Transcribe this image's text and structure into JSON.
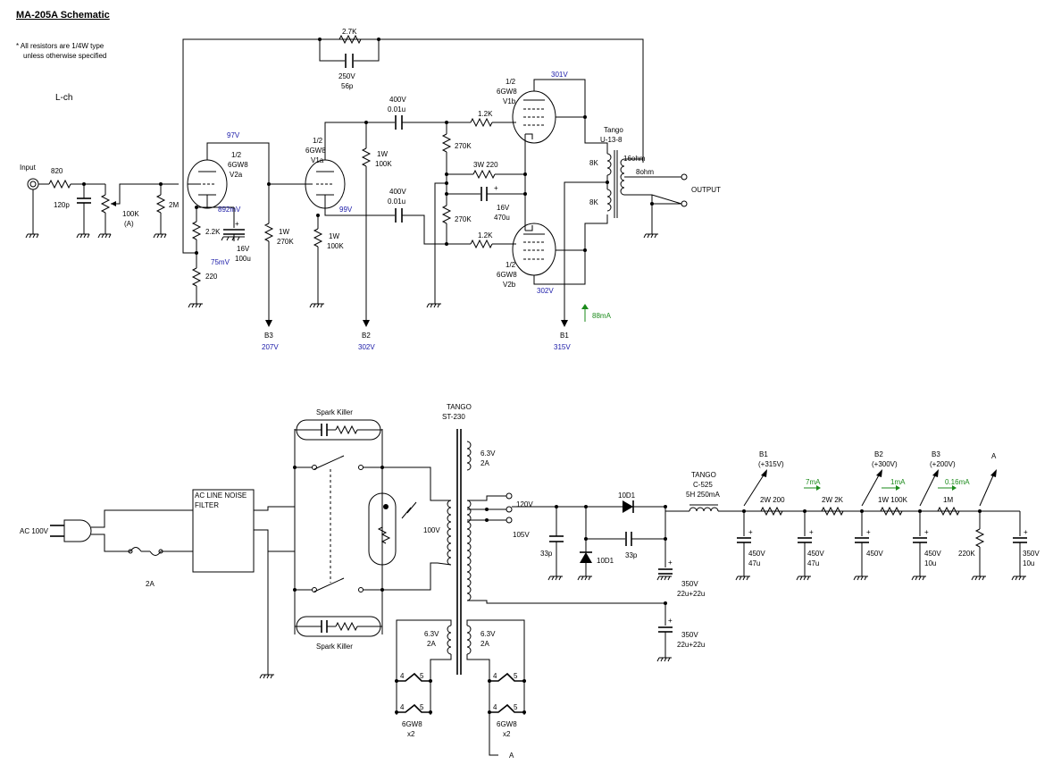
{
  "title": "MA-205A Schematic",
  "note_line1": "* All resistors are 1/4W type",
  "note_line2": "unless otherwise specified",
  "channel": "L-ch",
  "amp": {
    "input": "Input",
    "r_in": "820",
    "c_in": "120p",
    "vol": "100K",
    "vol_taper": "(A)",
    "r_grid": "2M",
    "v2a": [
      "1/2",
      "6GW8",
      "V2a"
    ],
    "v2a_plate_v": "97V",
    "v2a_cath_v": "892mV",
    "r_cath1": "2.2K",
    "c_cath1": [
      "16V",
      "100u"
    ],
    "fb_v": "75mV",
    "r_fb": "220",
    "r_load1": [
      "1W",
      "270K"
    ],
    "b3": "B3",
    "b3_v": "207V",
    "v1a": [
      "1/2",
      "6GW8",
      "V1a"
    ],
    "v1a_cath_v": "99V",
    "r_load2": [
      "1W",
      "100K"
    ],
    "r_cath2": [
      "1W",
      "100K"
    ],
    "b2": "B2",
    "b2_v": "302V",
    "c_couple1": [
      "400V",
      "0.01u"
    ],
    "c_couple2": [
      "400V",
      "0.01u"
    ],
    "r_gl1": "270K",
    "r_gl2": "270K",
    "r_stop1": "1.2K",
    "r_stop2": "1.2K",
    "r_kk": "3W 220",
    "c_kk": [
      "16V",
      "470u"
    ],
    "fb_r": "2.7K",
    "fb_c": [
      "250V",
      "56p"
    ],
    "v1b": [
      "1/2",
      "6GW8",
      "V1b"
    ],
    "v1b_v": "301V",
    "v2b": [
      "1/2",
      "6GW8",
      "V2b"
    ],
    "v2b_v": "302V",
    "ot": [
      "Tango",
      "U-13-8"
    ],
    "ot_p1": "8K",
    "ot_p2": "8K",
    "ot_s16": "16ohm",
    "ot_s8": "8ohm",
    "output": "OUTPUT",
    "b1": "B1",
    "b1_v": "315V",
    "b1_i": "88mA"
  },
  "psu": {
    "ac": "AC 100V",
    "fuse": "2A",
    "filter": [
      "AC LINE NOISE",
      "FILTER"
    ],
    "spark1": "Spark Killer",
    "spark2": "Spark Killer",
    "pt": [
      "TANGO",
      "ST-230"
    ],
    "pri": "100V",
    "h1": [
      "6.3V",
      "2A"
    ],
    "h2": [
      "6.3V",
      "2A"
    ],
    "h3": [
      "6.3V",
      "2A"
    ],
    "tap120": "120V",
    "tap105": "105V",
    "c33a": "33p",
    "d1": "10D1",
    "d2": "10D1",
    "c33b": "33p",
    "choke": [
      "TANGO",
      "C-525",
      "5H 250mA"
    ],
    "cap_a": [
      "350V",
      "22u+22u"
    ],
    "cap_b": [
      "350V",
      "22u+22u"
    ],
    "r1": "2W 200",
    "r2": "2W 2K",
    "r3": "1W 100K",
    "r4": "1M",
    "r5": "220K",
    "i1": "7mA",
    "i2": "1mA",
    "i3": "0.16mA",
    "c1": [
      "450V",
      "47u"
    ],
    "c2": [
      "450V",
      "47u"
    ],
    "c3": [
      "450V"
    ],
    "c4": [
      "450V",
      "10u"
    ],
    "c5": [
      "350V",
      "10u"
    ],
    "b1": [
      "B1",
      "(+315V)"
    ],
    "b2": [
      "B2",
      "(+300V)"
    ],
    "b3": [
      "B3",
      "(+200V)"
    ],
    "a": "A",
    "heat1": [
      "6GW8",
      "x2"
    ],
    "heat2": [
      "6GW8",
      "x2"
    ],
    "pin4": "4",
    "pin5": "5",
    "a_bottom": "A"
  }
}
